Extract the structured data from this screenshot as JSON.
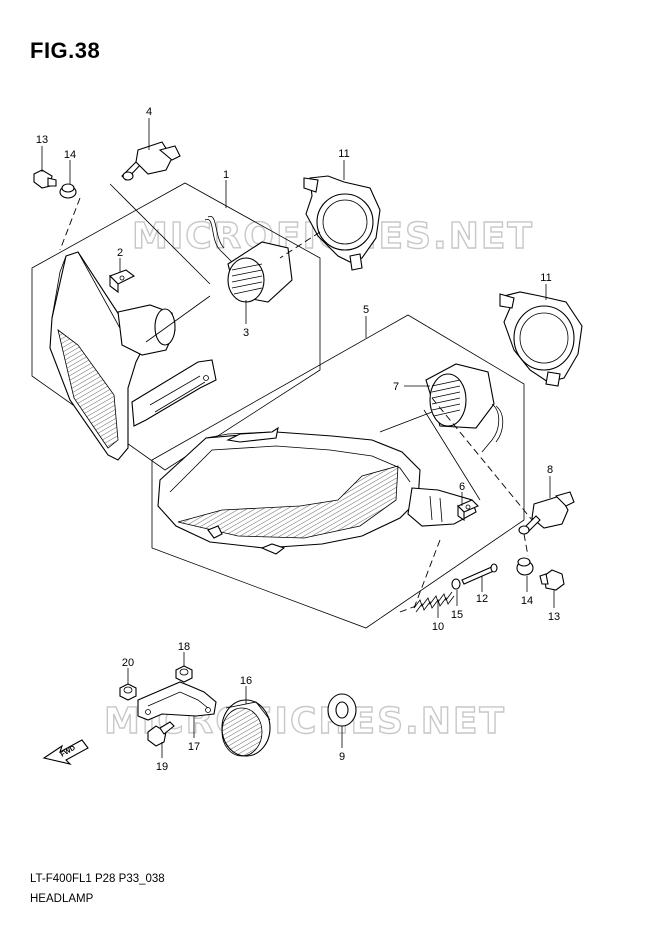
{
  "figure": {
    "title": "FIG.38",
    "model_code": "LT-F400FL1 P28 P33_038",
    "section_name": "HEADLAMP",
    "watermark": "MICROFICHES.NET",
    "fwd_label": "FWD"
  },
  "callouts": [
    {
      "id": "c1",
      "label": "1"
    },
    {
      "id": "c2",
      "label": "2"
    },
    {
      "id": "c3",
      "label": "3"
    },
    {
      "id": "c4",
      "label": "4"
    },
    {
      "id": "c5",
      "label": "5"
    },
    {
      "id": "c6",
      "label": "6"
    },
    {
      "id": "c7",
      "label": "7"
    },
    {
      "id": "c8",
      "label": "8"
    },
    {
      "id": "c9",
      "label": "9"
    },
    {
      "id": "c10",
      "label": "10"
    },
    {
      "id": "c11a",
      "label": "11"
    },
    {
      "id": "c11b",
      "label": "11"
    },
    {
      "id": "c12",
      "label": "12"
    },
    {
      "id": "c13a",
      "label": "13"
    },
    {
      "id": "c13b",
      "label": "13"
    },
    {
      "id": "c14a",
      "label": "14"
    },
    {
      "id": "c14b",
      "label": "14"
    },
    {
      "id": "c15",
      "label": "15"
    },
    {
      "id": "c16",
      "label": "16"
    },
    {
      "id": "c17",
      "label": "17"
    },
    {
      "id": "c18",
      "label": "18"
    },
    {
      "id": "c19",
      "label": "19"
    },
    {
      "id": "c20",
      "label": "20"
    }
  ]
}
